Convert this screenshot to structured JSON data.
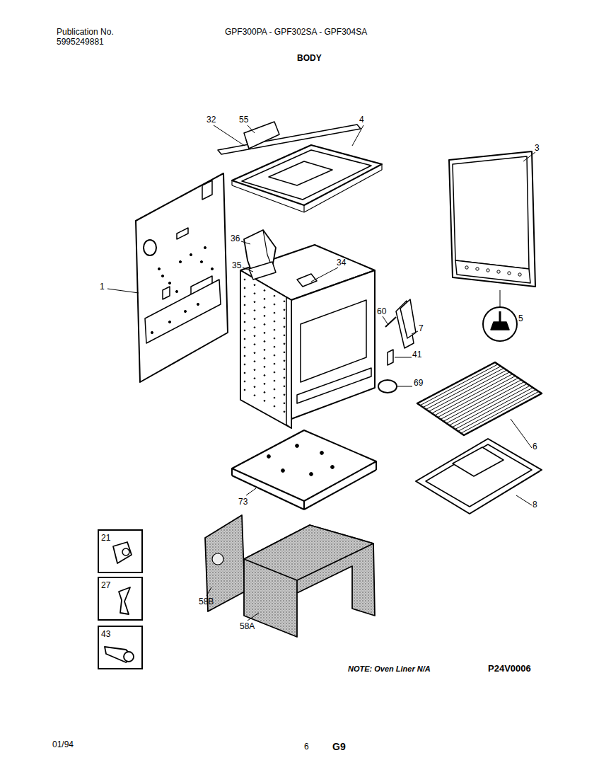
{
  "diagram": {
    "title": "BODY",
    "nodes": [
      {
        "text": [
          "21"
        ]
      },
      {
        "text": [
          "27"
        ]
      },
      {
        "text": [
          "43"
        ]
      }
    ],
    "labels": [
      "Publication No.",
      "5995249881",
      "GPF300PA - GPF302SA - GPF304SA",
      "32",
      "55",
      "4",
      "3",
      "36",
      "35",
      "34",
      "1",
      "60",
      "7",
      "41",
      "5",
      "69",
      "6",
      "8",
      "73",
      "58B",
      "58A",
      "NOTE: Oven Liner N/A",
      "P24V0006",
      "01/94",
      "6",
      "G9"
    ]
  }
}
